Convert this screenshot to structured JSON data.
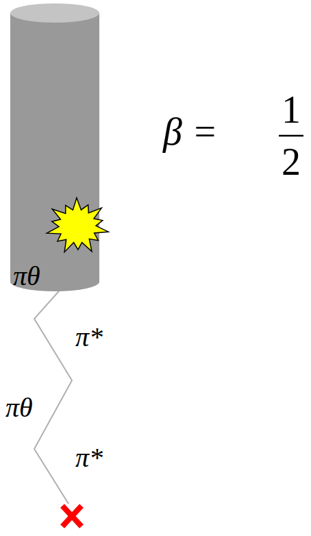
{
  "diagram": {
    "nodes": [
      {
        "text": [
          "πθ"
        ]
      }
    ],
    "labels": [
      "π*",
      "πθ",
      "π*",
      "β =",
      "1",
      "2"
    ]
  }
}
